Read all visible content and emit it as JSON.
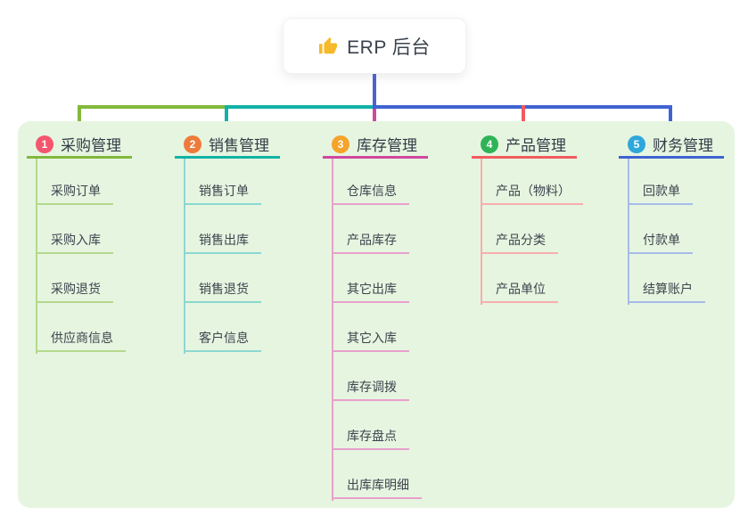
{
  "root": {
    "title": "ERP 后台",
    "icon": "thumbs-up-icon",
    "icon_color": "#f6b92c"
  },
  "panel": {
    "background": "#e6f5e0"
  },
  "connectors": {
    "stem_color": "#4c62cf",
    "trunk_segments": [
      "#82b93c",
      "#12b2a6",
      "#3f63d2"
    ]
  },
  "branches": [
    {
      "badge": "1",
      "label": "采购管理",
      "color": "#82b93c",
      "badge_color": "#f4566e",
      "line_tint": "#b5d88c",
      "items": [
        "采购订单",
        "采购入库",
        "采购退货",
        "供应商信息"
      ]
    },
    {
      "badge": "2",
      "label": "销售管理",
      "color": "#12b2a6",
      "badge_color": "#ee7b3b",
      "line_tint": "#8bd8d1",
      "items": [
        "销售订单",
        "销售出库",
        "销售退货",
        "客户信息"
      ]
    },
    {
      "badge": "3",
      "label": "库存管理",
      "color": "#cf48a0",
      "badge_color": "#f5a32a",
      "line_tint": "#e9a0cc",
      "items": [
        "仓库信息",
        "产品库存",
        "其它出库",
        "其它入库",
        "库存调拨",
        "库存盘点",
        "出库库明细"
      ]
    },
    {
      "badge": "4",
      "label": "产品管理",
      "color": "#f25b5e",
      "badge_color": "#2eb456",
      "line_tint": "#f8adae",
      "items": [
        "产品（物料）",
        "产品分类",
        "产品单位"
      ]
    },
    {
      "badge": "5",
      "label": "财务管理",
      "color": "#3f63d2",
      "badge_color": "#2ea7db",
      "line_tint": "#a8bbe8",
      "items": [
        "回款单",
        "付款单",
        "结算账户"
      ]
    }
  ]
}
